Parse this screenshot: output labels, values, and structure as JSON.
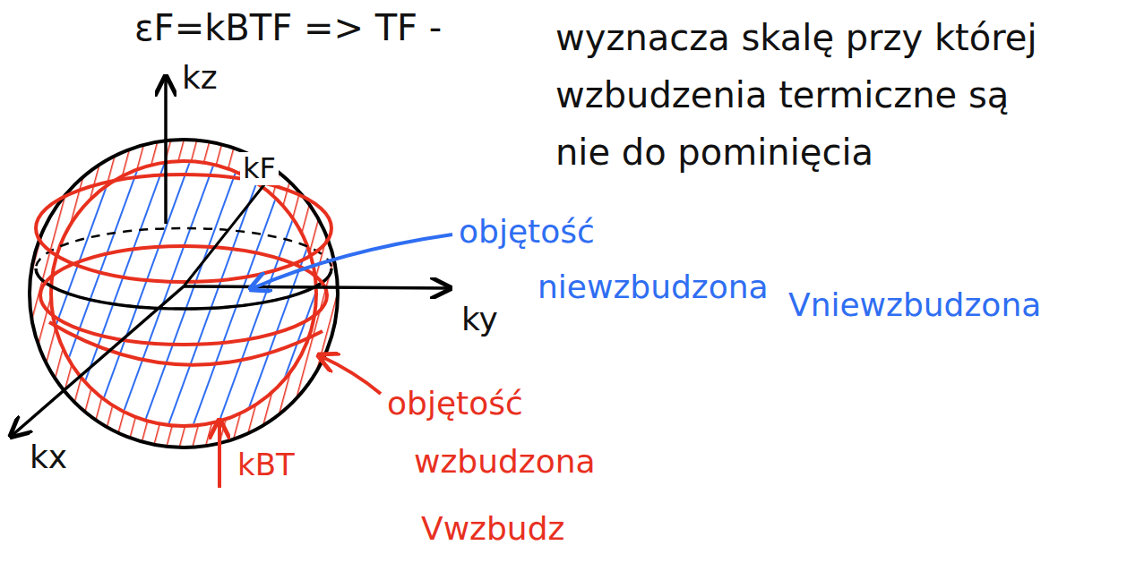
{
  "diagram": {
    "labels": [
      "εF=kBTF => TF -",
      "wyznacza skalę przy której wzbudzenia termiczne są nie do pominięcia",
      "kz",
      "kF",
      "ky",
      "kx",
      "objętość",
      "niewzbudzona",
      "Vniewzbudzona",
      "objętość",
      "wzbudzona",
      "Vwzbudz",
      "kBT"
    ]
  }
}
